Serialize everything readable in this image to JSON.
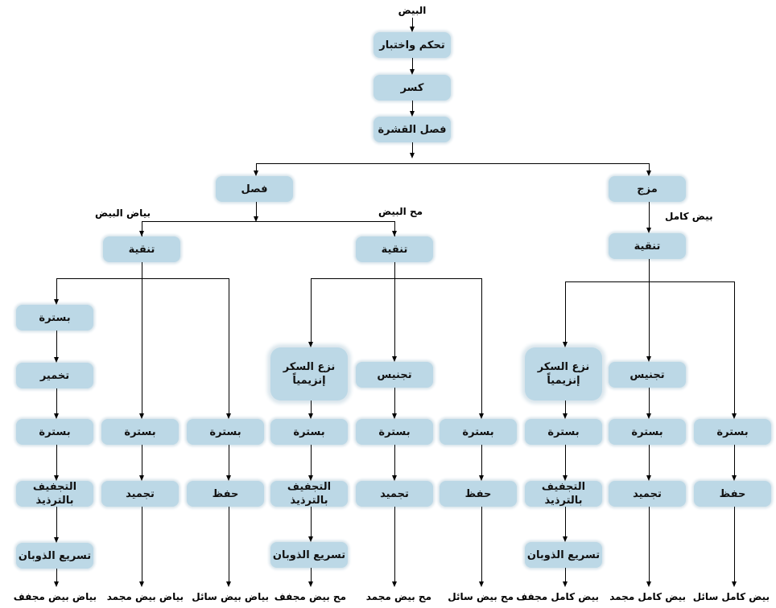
{
  "diagram": {
    "root_label": "البيض",
    "trunk": {
      "control": "تحكم واختبار",
      "break": "كسر",
      "shell_sep": "فصل القشرة"
    },
    "branch_nodes": {
      "separate": "فصل",
      "mix": "مزج"
    },
    "branch_labels": {
      "whites": "بياض البيض",
      "yolk": "مح البيض",
      "whole": "بيض كامل"
    },
    "purify": "تنقية",
    "steps": {
      "pasteurize": "بسترة",
      "ferment": "تخمير",
      "spray_dry": "التجفيف بالترذيذ",
      "melt_speed": "تسريع الذوبان",
      "freeze": "تجميد",
      "preserve": "حفظ",
      "homogenize": "تجنيس",
      "desugar": "نزع السكر إنزيمياً"
    },
    "products": {
      "white_dried": "بياض بيض مجفف",
      "white_frozen": "بياض بيض مجمد",
      "white_liquid": "بياض بيض سائل",
      "yolk_dried": "مح بيض مجفف",
      "yolk_frozen": "مح بيض مجمد",
      "yolk_liquid": "مح بيض سائل",
      "whole_dried": "بيض كامل مجفف",
      "whole_frozen": "بيض كامل مجمد",
      "whole_liquid": "بيض كامل سائل"
    }
  }
}
